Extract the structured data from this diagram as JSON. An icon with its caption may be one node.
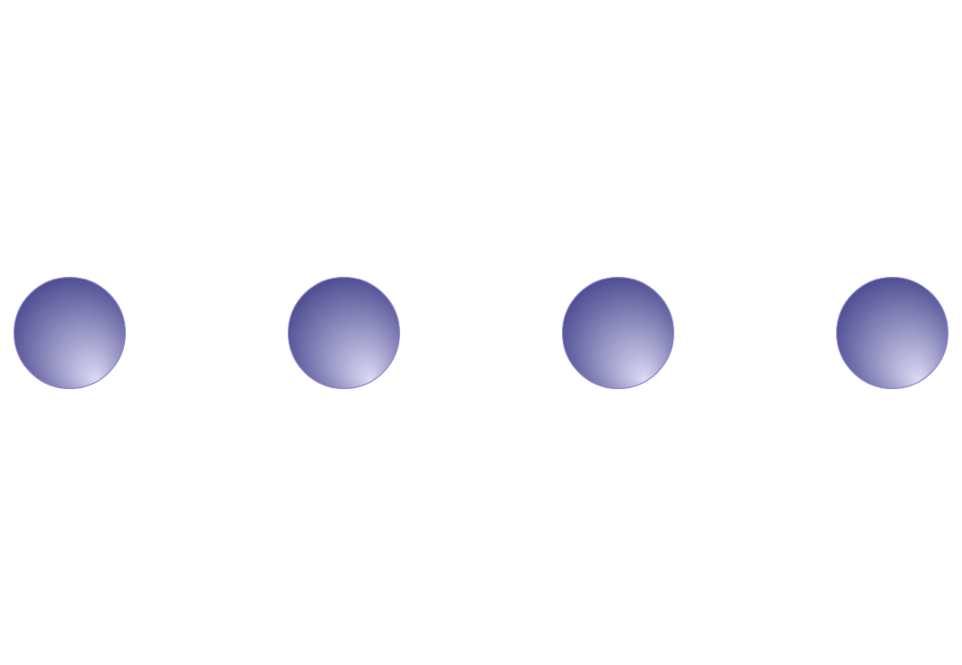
{
  "diagram": {
    "nodes": [
      {
        "text": [],
        "shape": "person"
      },
      {
        "text": [],
        "shape": "person"
      },
      {
        "text": [],
        "shape": "person"
      },
      {
        "text": [],
        "shape": "person"
      }
    ]
  }
}
